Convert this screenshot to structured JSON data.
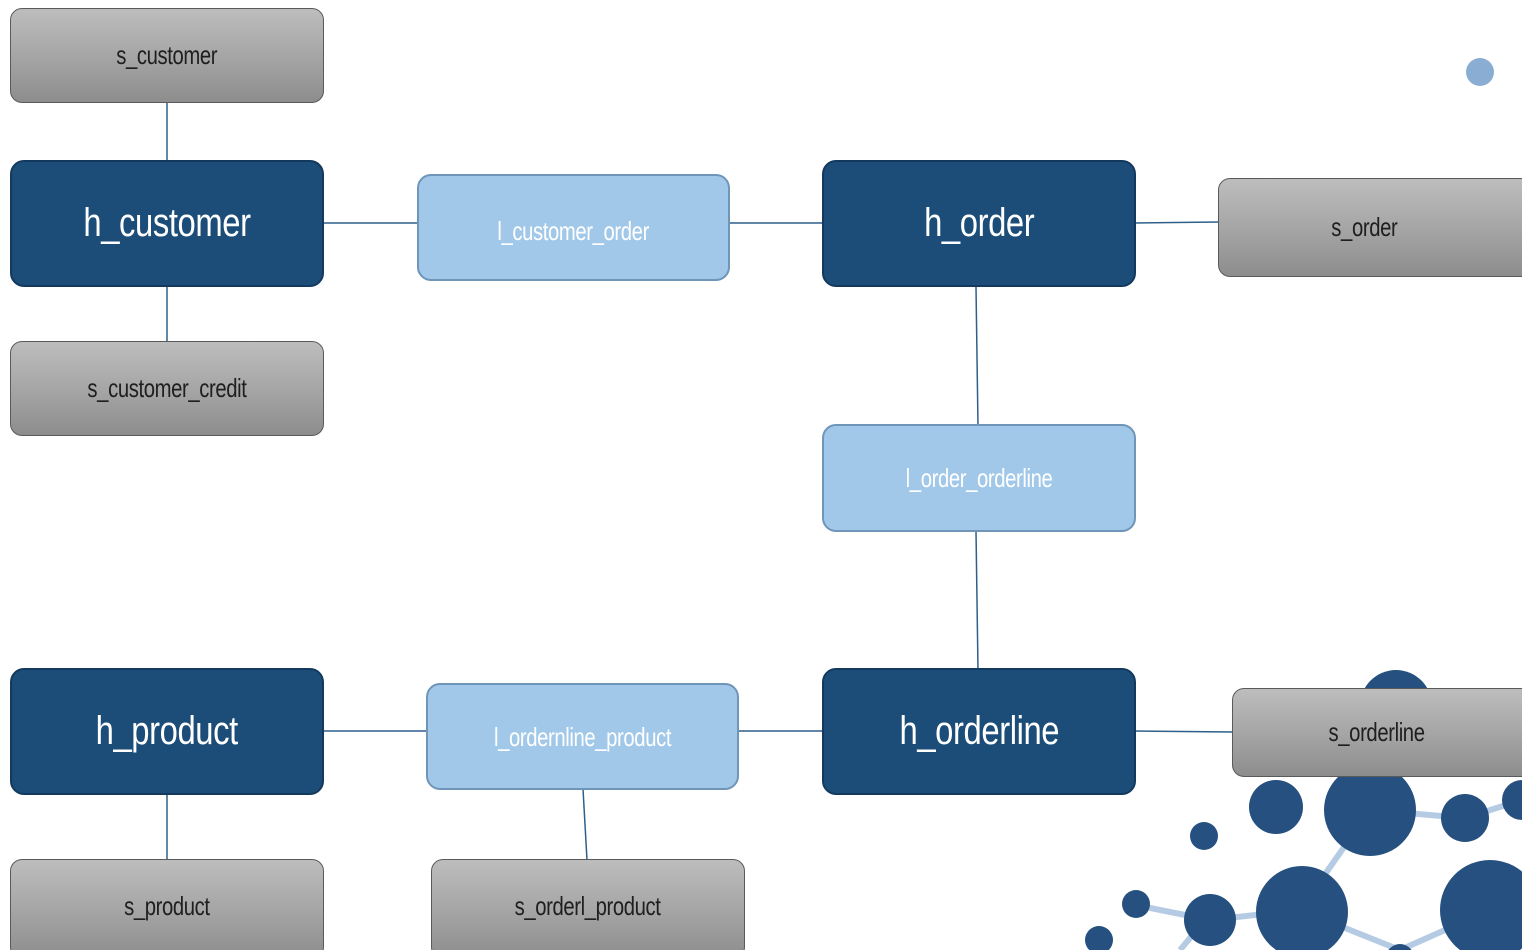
{
  "diagram": {
    "hubs": {
      "customer": "h_customer",
      "order": "h_order",
      "product": "h_product",
      "orderline": "h_orderline"
    },
    "links": {
      "customer_order": "l_customer_order",
      "order_orderline": "l_order_orderline",
      "orderline_product": "l_ordernline_product"
    },
    "satellites": {
      "customer": "s_customer",
      "customer_credit": "s_customer_credit",
      "order": "s_order",
      "orderline": "s_orderline",
      "product": "s_product",
      "orderl_product": "s_orderl_product"
    }
  },
  "colors": {
    "hub": "#1c4d78",
    "link": "#a1c8e8",
    "satellite": "#a6a6a6",
    "connector": "#2e5f8a",
    "decoration_dark": "#26507f",
    "decoration_light": "#8aaed3"
  }
}
